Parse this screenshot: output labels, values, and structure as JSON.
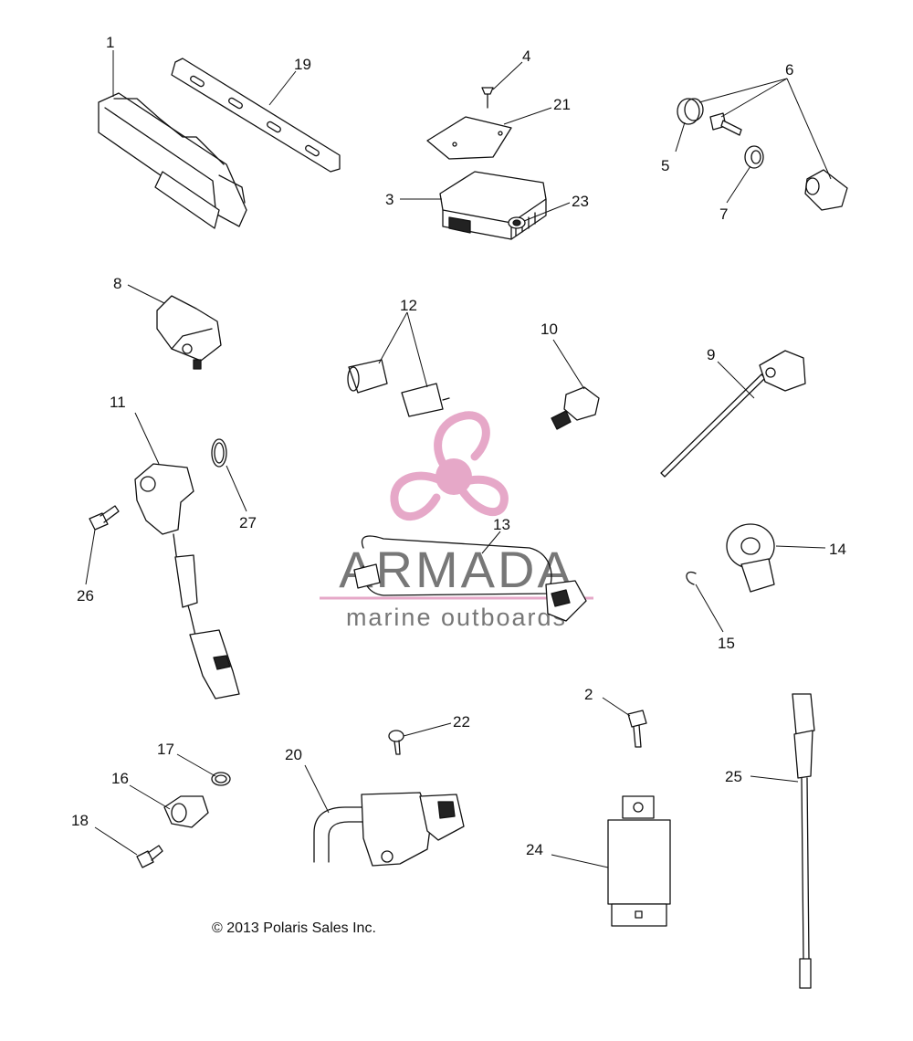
{
  "callouts": {
    "c1": "1",
    "c2": "2",
    "c3": "3",
    "c4": "4",
    "c5": "5",
    "c6": "6",
    "c7": "7",
    "c8": "8",
    "c9": "9",
    "c10": "10",
    "c11": "11",
    "c12": "12",
    "c13": "13",
    "c14": "14",
    "c15": "15",
    "c16": "16",
    "c17": "17",
    "c18": "18",
    "c19": "19",
    "c20": "20",
    "c21": "21",
    "c22": "22",
    "c23": "23",
    "c24": "24",
    "c25": "25",
    "c26": "26",
    "c27": "27"
  },
  "watermark": {
    "brand": "ARMADA",
    "tagline": "marine outboards",
    "brand_color": "#e6a8c8",
    "text_color": "#777777"
  },
  "copyright": "© 2013 Polaris Sales Inc."
}
